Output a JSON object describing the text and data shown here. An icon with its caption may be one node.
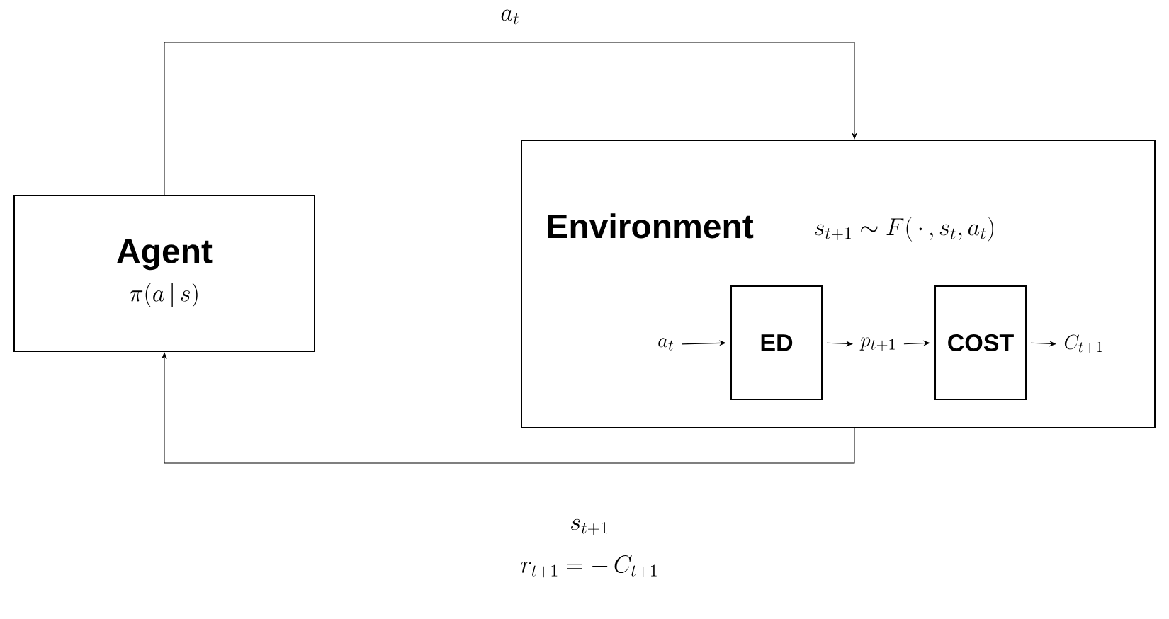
{
  "diagram": {
    "nodes": [
      {
        "text": [
          "Agent",
          "\\pi(a\\,|\\,s)"
        ]
      },
      {
        "text": [
          "Environment",
          "s_{t+1} \\sim F(\\,\\cdot\\,, s_t, a_t)"
        ]
      },
      {
        "text": [
          "a_t"
        ],
        "in": 1
      },
      {
        "text": [
          "ED"
        ],
        "in": 1
      },
      {
        "text": [
          "p_{t+1}"
        ],
        "in": 1
      },
      {
        "text": [
          "COST"
        ],
        "in": 1
      },
      {
        "text": [
          "C_{t+1}"
        ],
        "in": 1
      }
    ],
    "edges": [
      {
        "from": 0,
        "to": 1,
        "arrow": "to",
        "label": "a_t"
      },
      {
        "from": 1,
        "to": 0,
        "arrow": "to"
      },
      {
        "from": 2,
        "to": 3,
        "arrow": "to"
      },
      {
        "from": 3,
        "to": 4,
        "arrow": "to"
      },
      {
        "from": 4,
        "to": 5,
        "arrow": "to"
      },
      {
        "from": 5,
        "to": 6,
        "arrow": "to"
      }
    ],
    "labels": [
      "s_{t+1}",
      "r_{t+1} = -\\,C_{t+1}"
    ]
  }
}
